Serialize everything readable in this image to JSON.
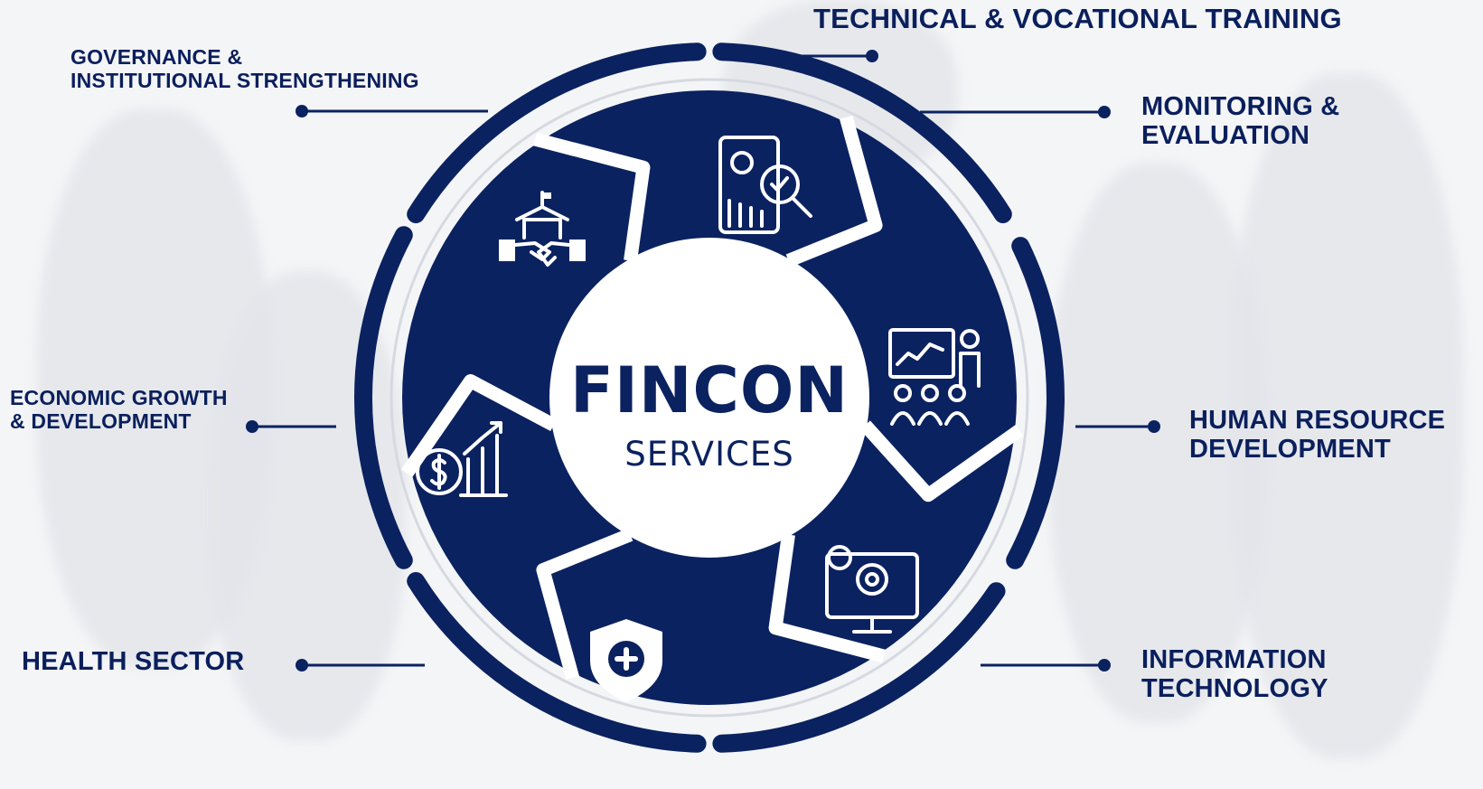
{
  "center": {
    "title": "FINCON",
    "subtitle": "SERVICES"
  },
  "colors": {
    "navy": "#0b2260",
    "white": "#ffffff",
    "background": "#f4f5f7"
  },
  "services": [
    {
      "id": "technical",
      "lines": [
        "TECHNICAL & VOCATIONAL TRAINING"
      ],
      "icon": "report-analysis-icon"
    },
    {
      "id": "monitoring",
      "lines": [
        "MONITORING &",
        "EVALUATION"
      ],
      "icon": "presentation-icon"
    },
    {
      "id": "hr",
      "lines": [
        "HUMAN RESOURCE",
        "DEVELOPMENT"
      ],
      "icon": "gear-monitor-icon"
    },
    {
      "id": "it",
      "lines": [
        "INFORMATION",
        "TECHNOLOGY"
      ],
      "icon": "shield-plus-icon"
    },
    {
      "id": "health",
      "lines": [
        "HEALTH SECTOR"
      ],
      "icon": "dollar-growth-icon"
    },
    {
      "id": "economic",
      "lines": [
        "ECONOMIC GROWTH",
        "& DEVELOPMENT"
      ],
      "icon": "handshake-building-icon"
    },
    {
      "id": "governance",
      "lines": [
        "GOVERNANCE &",
        "INSTITUTIONAL STRENGTHENING"
      ],
      "icon": "none"
    }
  ]
}
